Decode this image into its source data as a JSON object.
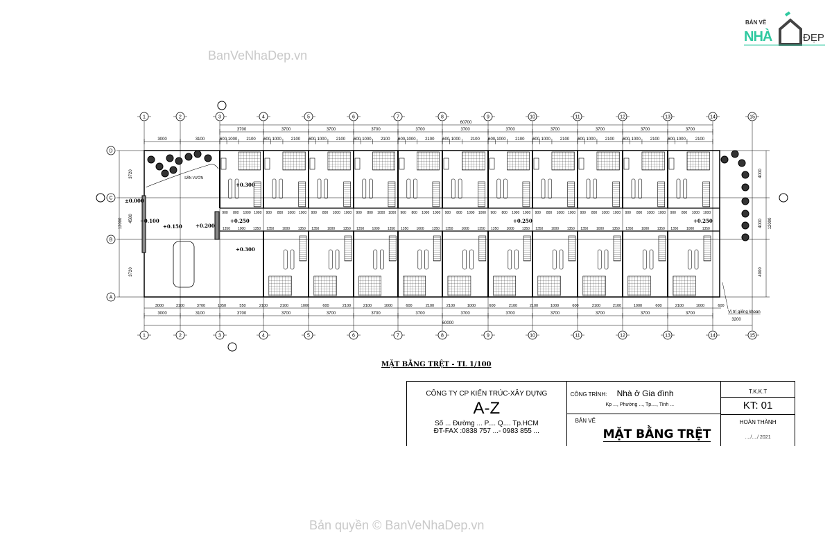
{
  "watermark_top": "BanVeNhaDep.vn",
  "watermark_bottom": "Bản quyền © BanVeNhaDep.vn",
  "logo": {
    "line1": "BẢN VẼ",
    "line2": "NHÀ",
    "line3": "ĐẸP"
  },
  "grid": {
    "columns": [
      "1",
      "2",
      "3",
      "4",
      "5",
      "6",
      "7",
      "8",
      "9",
      "10",
      "11",
      "12",
      "13",
      "14",
      "15"
    ],
    "rows": [
      "D",
      "C",
      "B",
      "A"
    ]
  },
  "dimensions": {
    "top_total": "60700",
    "top_bays": [
      "3700",
      "3700",
      "3700",
      "3700",
      "3700",
      "3700",
      "3700",
      "3700",
      "3700",
      "3700",
      "3700"
    ],
    "top_left": [
      "3000",
      "3100"
    ],
    "top_detail": [
      "600",
      "1000",
      "2100"
    ],
    "bottom_total": "60000",
    "bottom_bays": [
      "3000",
      "3100",
      "3700",
      "3700",
      "3700",
      "3700",
      "3700",
      "3700",
      "3700",
      "3700",
      "3700",
      "3700",
      "3700"
    ],
    "bottom_detail": [
      "3000",
      "3100",
      "3700",
      "1050",
      "550",
      "2100",
      "2100",
      "1000",
      "600",
      "2100",
      "2100",
      "1000",
      "600",
      "2100",
      "2100",
      "1000",
      "600",
      "2100",
      "2100",
      "1000",
      "600",
      "2100",
      "2100",
      "1000",
      "600",
      "2100",
      "1000",
      "600"
    ],
    "left": [
      "12000",
      "3720",
      "4580",
      "3720"
    ],
    "right": [
      "12000",
      "4000",
      "4000",
      "4000"
    ],
    "right_bottom": "3200",
    "corridor": [
      "900",
      "800",
      "1000",
      "1000"
    ],
    "corridor_lower": [
      "1350",
      "1000",
      "1350"
    ]
  },
  "elevations": [
    "±0.000",
    "+0.100",
    "+0.150",
    "+0.200",
    "+0.250",
    "+0.300",
    "+0.300",
    "+0.250",
    "+0.250"
  ],
  "labels": {
    "garden": "SÂN VƯỜN",
    "well": "Vị trí giếng khoan"
  },
  "plan_title": "MẶT BẰNG TRỆT - TL 1/100",
  "title_block": {
    "company": "CÔNG TY CP KIẾN TRÚC-XÂY DỰNG",
    "company_name": "A-Z",
    "address": "Số ... Đường ... P.... Q.... Tp.HCM",
    "phone": "ĐT-FAX :0838 757 ...- 0983 855 ...",
    "project_label": "CÔNG TRÌNH:",
    "project_name": "Nhà ở Gia đình",
    "project_address": "Kp ..., Phường ..., Tp...., Tỉnh ...",
    "drawing_label": "BẢN VẼ",
    "drawing_name": "MẶT BẰNG TRỆT",
    "tkkt": "T.K.K.T",
    "sheet": "KT: 01",
    "completed": "HOÀN THÀNH",
    "date": "..../..../ 2021"
  }
}
